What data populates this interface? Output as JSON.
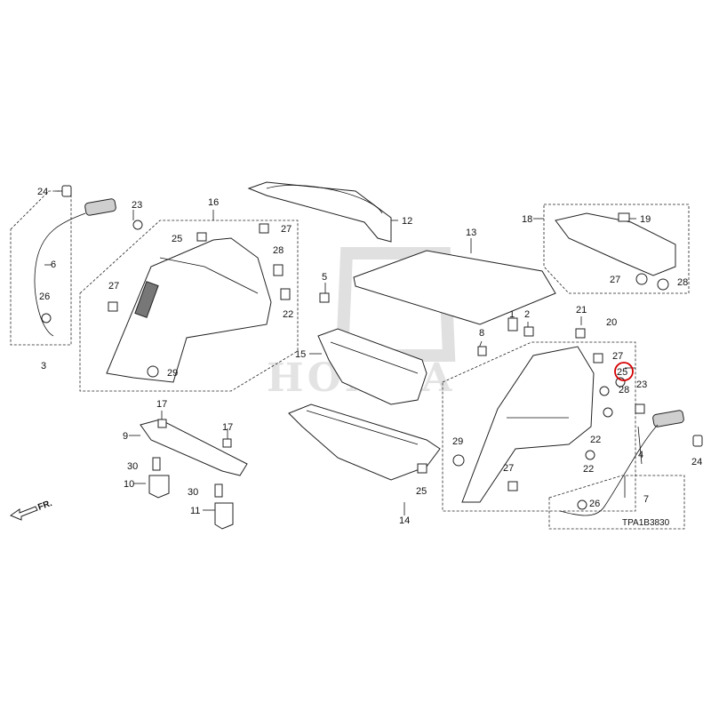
{
  "diagram": {
    "logo_text": "HONDA",
    "diagram_code": "TPA1B3830",
    "direction_label": "FR.",
    "highlight_color": "#d40000",
    "highlighted_callout": "25",
    "callouts": {
      "c24a": "24",
      "c23a": "23",
      "c16": "16",
      "c12": "12",
      "c13": "13",
      "c18": "18",
      "c19": "19",
      "c25a": "25",
      "c27a": "27",
      "c6": "6",
      "c28a": "28",
      "c5": "5",
      "c27b": "27",
      "c28b": "28",
      "c26a": "26",
      "c22a": "22",
      "c3": "3",
      "c1": "1",
      "c2": "2",
      "c21": "21",
      "c20": "20",
      "c8": "8",
      "c15": "15",
      "c27c": "27",
      "c25b": "25",
      "c29a": "29",
      "c23b": "23",
      "c27d": "27",
      "c22b": "22",
      "c17a": "17",
      "c17b": "17",
      "c9": "9",
      "c30a": "30",
      "c10": "10",
      "c30b": "30",
      "c11": "11",
      "c29b": "29",
      "c22c": "22",
      "c4": "4",
      "c24b": "24",
      "c27e": "27",
      "c26b": "26",
      "c7": "7",
      "c25c": "25",
      "c14": "14"
    }
  }
}
